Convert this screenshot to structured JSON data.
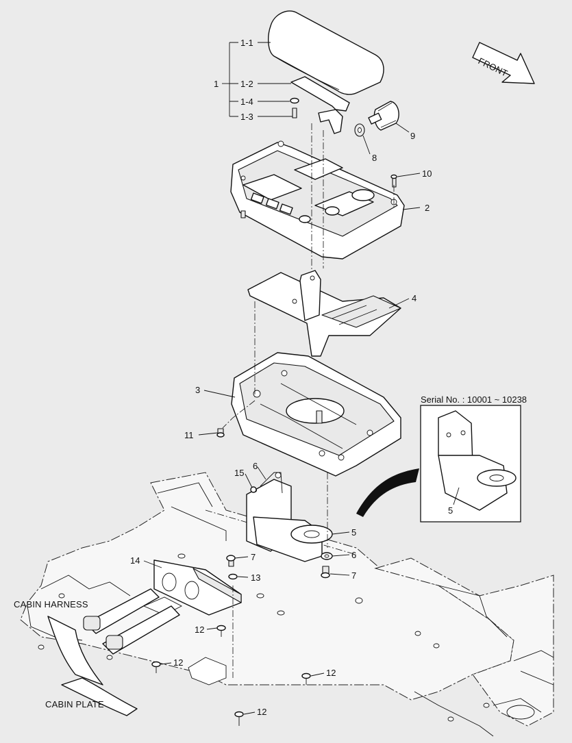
{
  "callouts": {
    "c1": "1",
    "c1_1": "1-1",
    "c1_2": "1-2",
    "c1_3": "1-3",
    "c1_4": "1-4",
    "c2": "2",
    "c3": "3",
    "c4": "4",
    "c5_main": "5",
    "c5_inset": "5",
    "c6_top": "6",
    "c6_washer": "6",
    "c7_upper": "7",
    "c7_lower": "7",
    "c8": "8",
    "c9": "9",
    "c10": "10",
    "c11": "11",
    "c12_a": "12",
    "c12_b": "12",
    "c12_c": "12",
    "c12_d": "12",
    "c13": "13",
    "c14": "14",
    "c15": "15"
  },
  "direction_arrow": {
    "label": "FRONT"
  },
  "inset": {
    "caption": "Serial No. : 10001 ~ 10238"
  },
  "labels": {
    "cabin_harness": "CABIN HARNESS",
    "cabin_plate": "CABIN PLATE"
  }
}
